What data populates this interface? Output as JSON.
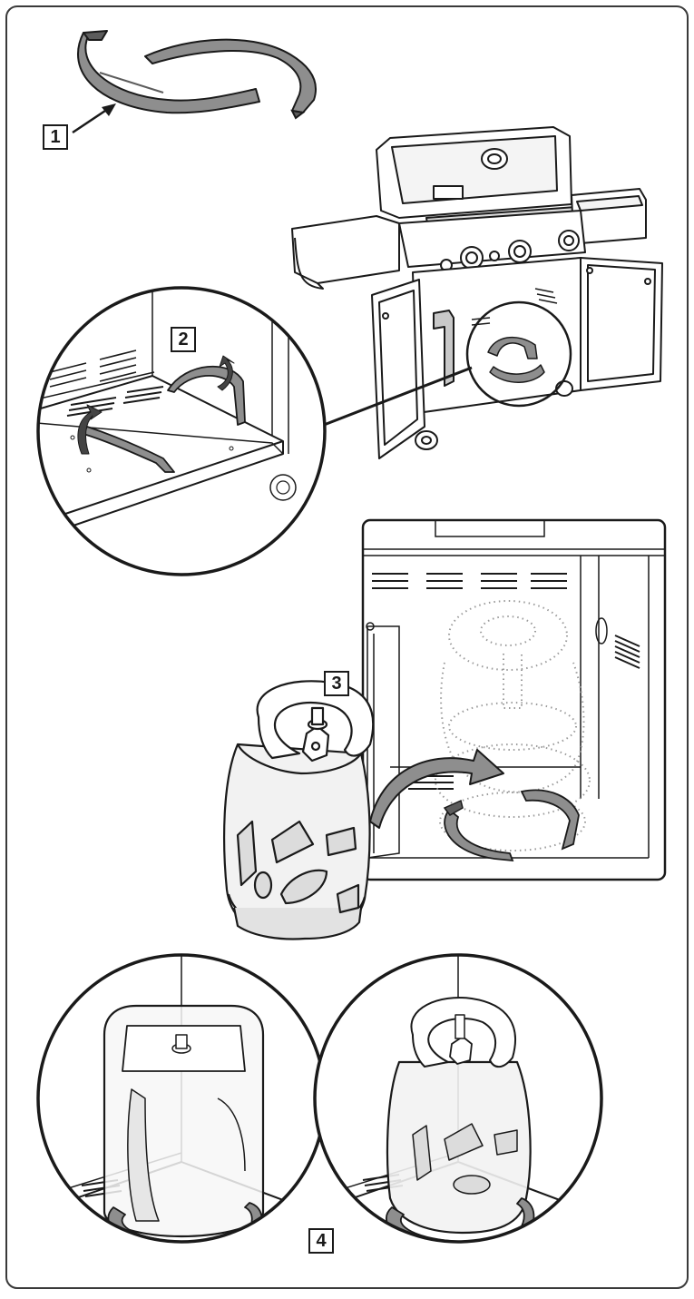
{
  "steps": [
    {
      "label": "1"
    },
    {
      "label": "2"
    },
    {
      "label": "3"
    },
    {
      "label": "4"
    }
  ],
  "colors": {
    "line": "#1a1a1a",
    "part_fill": "#8e8e8e",
    "part_shade": "#5c5c5c",
    "tank_fill": "#f2f2f2",
    "dotted": "#9a9a9a",
    "frame_border": "#3a3a3a"
  },
  "icons": [
    "arrow-icon",
    "curved-arrow-icon",
    "caster-icon",
    "knob-icon"
  ]
}
